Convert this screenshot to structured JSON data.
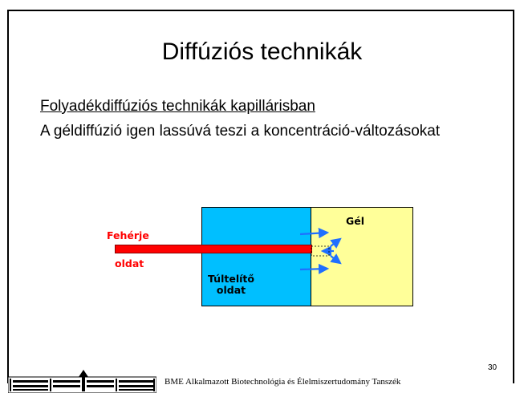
{
  "slide": {
    "title": "Diffúziós technikák",
    "subtitle_underlined": "Folyadékdiffúziós technikák kapillárisban",
    "subtitle": "A géldiffúzió igen lassúvá teszi a koncentráció-változásokat",
    "page_number": "30"
  },
  "diagram": {
    "label_protein": "Fehérje",
    "label_solution": "oldat",
    "label_gel": "Gél",
    "label_supersat_line1": "Túltelítő",
    "label_supersat_line2": "oldat",
    "colors": {
      "supersaturated": "#00bfff",
      "gel": "#ffff99",
      "capillary": "#ff0000",
      "arrows": "#1f6fff"
    }
  },
  "footer": {
    "institution": "BME Alkalmazott Biotechnológia és Élelmiszertudomány Tanszék"
  },
  "icons": [
    "university-building-logo",
    "diffusion-arrow-icon"
  ]
}
